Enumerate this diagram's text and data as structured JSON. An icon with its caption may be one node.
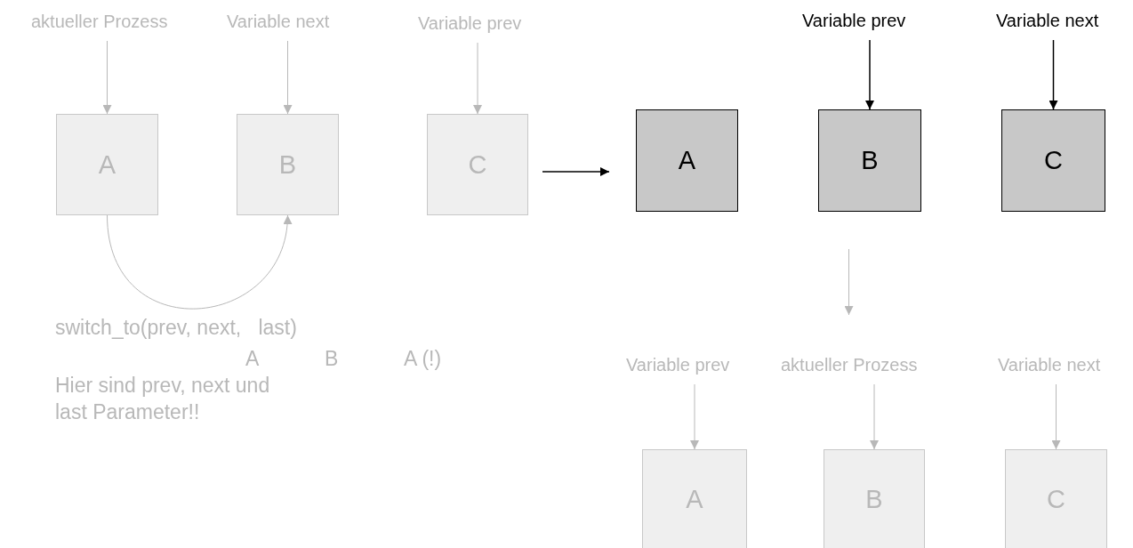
{
  "diagram": {
    "nodes": [
      {
        "text": [
          "aktueller Prozess"
        ]
      },
      {
        "text": [
          "Variable next"
        ]
      },
      {
        "text": [
          "Variable prev"
        ]
      },
      {
        "text": [
          "A"
        ]
      },
      {
        "text": [
          "B"
        ]
      },
      {
        "text": [
          "C"
        ]
      },
      {
        "text": [
          "A"
        ]
      },
      {
        "text": [
          "B"
        ]
      },
      {
        "text": [
          "C"
        ]
      },
      {
        "text": [
          "Variable prev"
        ]
      },
      {
        "text": [
          "Variable next"
        ]
      },
      {
        "text": [
          "Variable prev"
        ]
      },
      {
        "text": [
          "aktueller Prozess"
        ]
      },
      {
        "text": [
          "Variable next"
        ]
      },
      {
        "text": [
          "A"
        ]
      },
      {
        "text": [
          "B"
        ]
      },
      {
        "text": [
          "C"
        ]
      }
    ],
    "edges": [
      {
        "from": 0,
        "to": 3,
        "arrow": "to"
      },
      {
        "from": 1,
        "to": 4,
        "arrow": "to"
      },
      {
        "from": 2,
        "to": 5,
        "arrow": "to"
      },
      {
        "from": 3,
        "to": 4,
        "arrow": "to"
      },
      {
        "from": 5,
        "to": 6,
        "arrow": "to",
        "color": "#000000"
      },
      {
        "from": 9,
        "to": 7,
        "arrow": "to",
        "color": "#000000"
      },
      {
        "from": 10,
        "to": 8,
        "arrow": "to",
        "color": "#000000"
      },
      {
        "from": 7,
        "to": 12,
        "arrow": "to"
      },
      {
        "from": 11,
        "to": 14,
        "arrow": "to"
      },
      {
        "from": 12,
        "to": 15,
        "arrow": "to"
      },
      {
        "from": 13,
        "to": 16,
        "arrow": "to"
      }
    ],
    "labels": [
      "switch_to(prev, next,   last)",
      "A",
      "B",
      "A (!)",
      "Hier sind prev, next und last Parameter!!"
    ]
  }
}
